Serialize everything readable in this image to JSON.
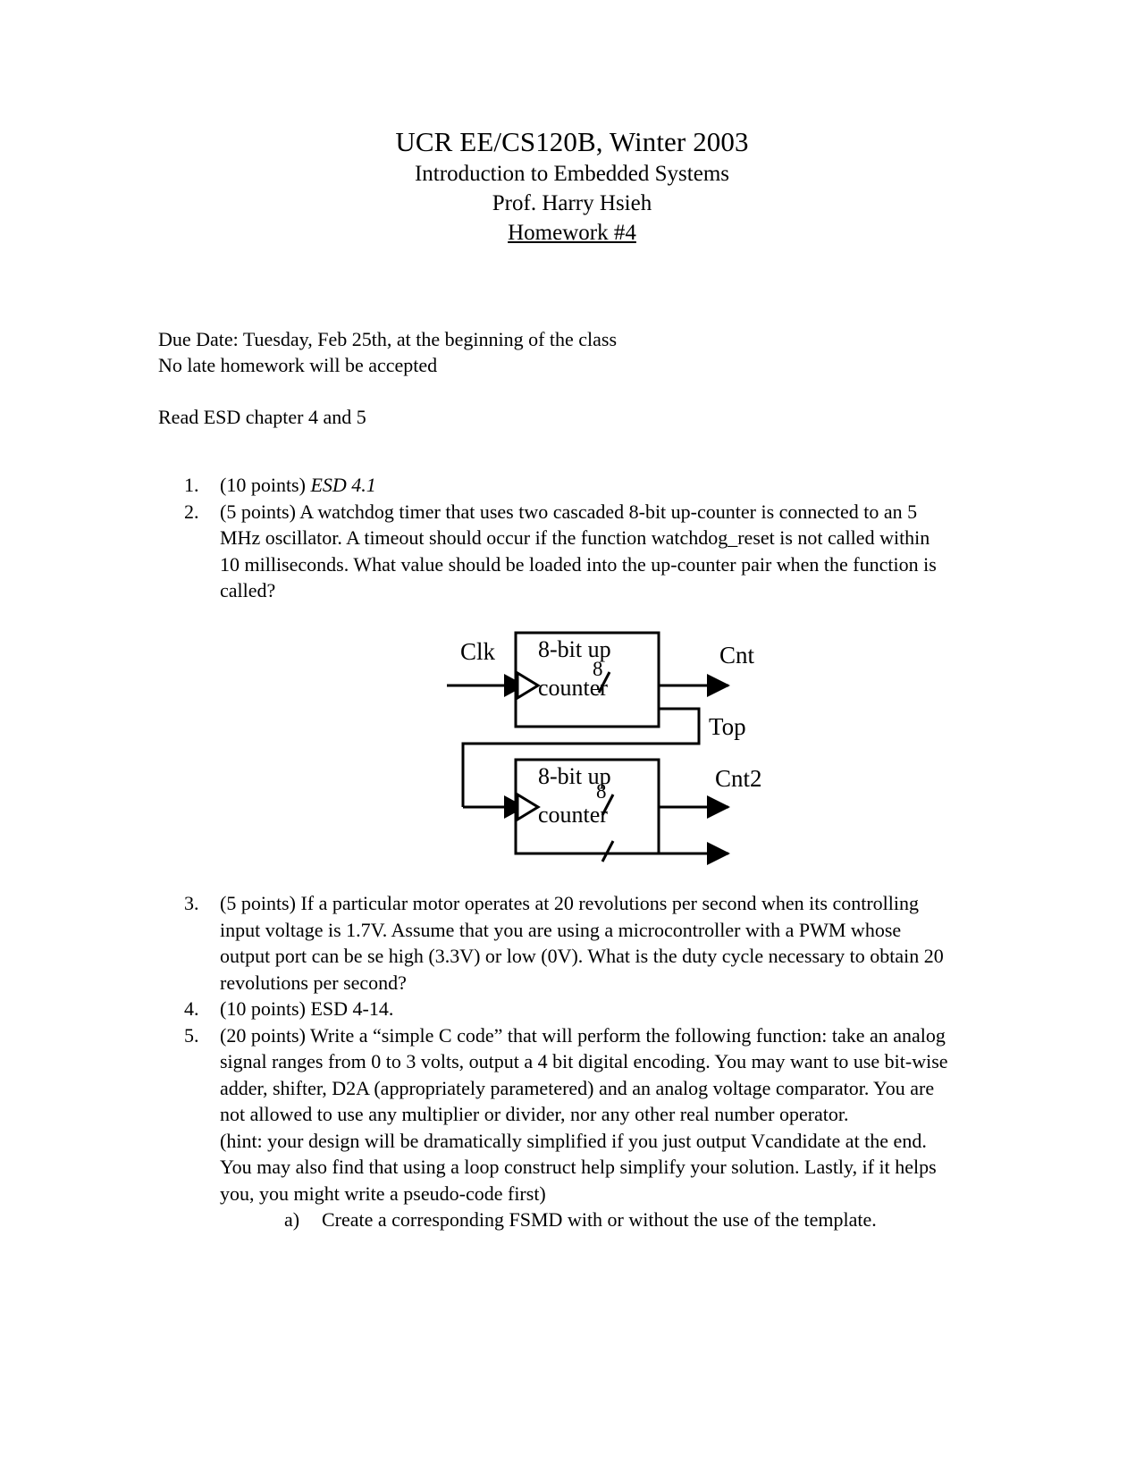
{
  "header": {
    "title": "UCR EE/CS120B, Winter 2003",
    "subtitle1": "Introduction to Embedded Systems",
    "subtitle2": "Prof. Harry Hsieh",
    "subtitle3": "Homework #4"
  },
  "intro": {
    "due_date": "Due Date: Tuesday, Feb 25th, at the beginning of the class",
    "late_policy": "No late homework will be accepted",
    "reading": "Read ESD chapter 4 and 5"
  },
  "questions": [
    {
      "number": "1.",
      "points": "(10 points) ",
      "italic_ref": "ESD 4.1",
      "text": ""
    },
    {
      "number": "2.",
      "text": "(5 points) A watchdog timer that uses two cascaded 8-bit up-counter is connected to an 5 MHz oscillator.  A timeout should occur if the function watchdog_reset is not called within 10 milliseconds.  What value should be loaded into the up-counter pair when the function is called?"
    },
    {
      "number": "3.",
      "text": "(5 points) If a particular motor operates at 20 revolutions per second when its controlling input voltage is 1.7V.  Assume that you are using a microcontroller with a PWM whose output port can be se high (3.3V) or low (0V).  What is the duty cycle necessary to obtain 20 revolutions per second?"
    },
    {
      "number": "4.",
      "text": "(10 points) ESD 4-14."
    },
    {
      "number": "5.",
      "text": "(20 points) Write a “simple C code” that will perform the following function: take an analog signal ranges from 0 to 3 volts, output a 4 bit digital encoding.  You may want to use bit-wise adder, shifter, D2A (appropriately parametered) and an analog voltage comparator.  You are not allowed to use any multiplier or divider, nor any other real number operator.",
      "hint": "(hint: your design will be dramatically simplified if you just output Vcandidate at the end.  You may also find that using a loop construct help simplify your solution.  Lastly, if it helps you, you might write a pseudo-code first)",
      "subitems": [
        {
          "label": "a)",
          "text": "Create a corresponding FSMD with or without the use of the template."
        }
      ]
    }
  ],
  "diagram": {
    "block1": {
      "line1": "8-bit up",
      "line2": "counter"
    },
    "block2": {
      "line1": "8-bit up",
      "line2": "counter"
    },
    "input_label": "Clk",
    "output1_label": "Cnt",
    "output1_width": "8",
    "output2_label": "Cnt2",
    "output2_width": "8",
    "carry_label": "Top",
    "stroke_color": "#000000"
  }
}
